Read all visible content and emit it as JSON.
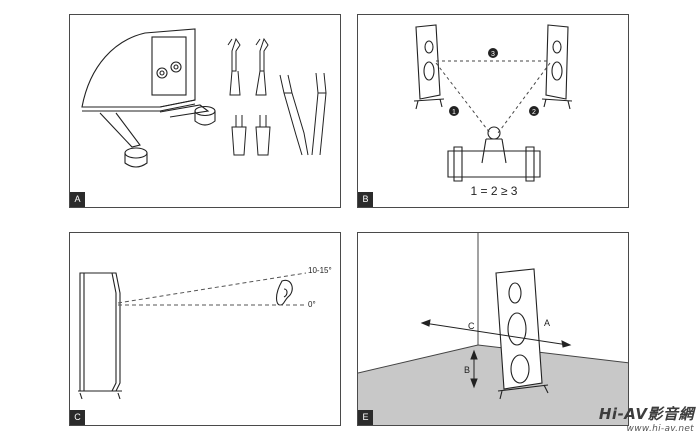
{
  "panels": {
    "a": {
      "label": "A"
    },
    "b": {
      "label": "B",
      "marker_1": "1",
      "marker_2": "2",
      "marker_3": "3",
      "formula": "1 = 2 ≥ 3"
    },
    "c": {
      "label": "C",
      "angle_top": "10-15°",
      "angle_bottom": "0°"
    },
    "e": {
      "label": "E",
      "dim_a": "A",
      "dim_b": "B",
      "dim_c": "C"
    }
  },
  "watermark": {
    "brand": "Hi-AV影音網",
    "url": "www.hi-av.net"
  },
  "colors": {
    "line": "#222222",
    "frame": "#4a4a4a",
    "floor": "#c8c8c8",
    "label_bg": "#2b2b2b"
  }
}
